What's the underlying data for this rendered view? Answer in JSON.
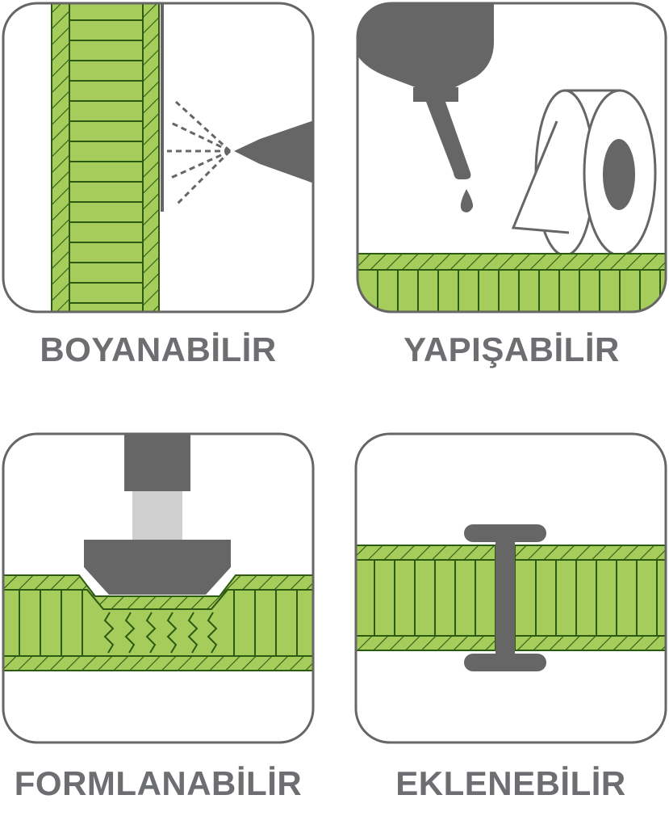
{
  "colors": {
    "panel_fill": "#a6cc5c",
    "panel_stroke": "#2d5a12",
    "machine_gray": "#666666",
    "light_gray": "#cfcfcf",
    "frame_stroke": "#666666",
    "caption_text": "#6d6e71"
  },
  "features": [
    {
      "label": "BOYANABİLİR",
      "icon": "spray-paint-icon"
    },
    {
      "label": "YAPIŞABİLİR",
      "icon": "glue-and-tape-icon"
    },
    {
      "label": "FORMLANABİLİR",
      "icon": "press-forming-icon"
    },
    {
      "label": "EKLENEBİLİR",
      "icon": "joint-profile-icon"
    }
  ]
}
